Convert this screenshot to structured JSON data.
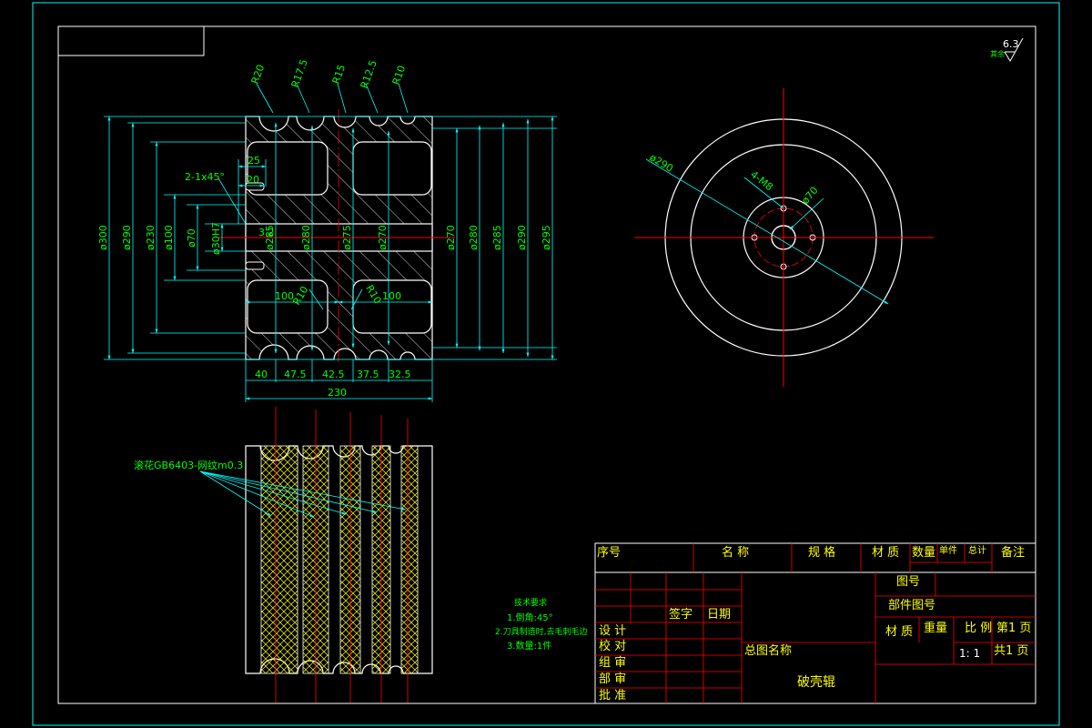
{
  "front_view": {
    "groove_radii": [
      "R20",
      "R17.5",
      "R15",
      "R12.5",
      "R10"
    ],
    "left_diameters": [
      "ø300",
      "ø290",
      "ø230",
      "ø100",
      "ø70",
      "ø30H7"
    ],
    "right_diameters": [
      "ø270",
      "ø280",
      "ø285",
      "ø290",
      "ø295"
    ],
    "inner_diameters": [
      "ø285",
      "ø280",
      "ø275",
      "ø270"
    ],
    "chamfer": "2-1x45°",
    "keyway_dims": [
      "25",
      "20"
    ],
    "surface_value": "3.2",
    "inner_widths": [
      "100",
      "100"
    ],
    "fillets": [
      "R10",
      "R10"
    ],
    "bottom_dims": [
      "40",
      "47.5",
      "42.5",
      "37.5",
      "32.5"
    ],
    "total_width": "230"
  },
  "side_view": {
    "outer_diameter": "ø290",
    "holes": "4-M8",
    "hole_circle": "ø70"
  },
  "roughness": {
    "label": "其余",
    "value": "6.3"
  },
  "knurl_note": "滚花GB6403-网纹m0.3",
  "technical_requirements": {
    "title": "技术要求",
    "items": [
      "1.倒角:45°",
      "2.刀具制造时,去毛刺毛边",
      "3.数量:1件"
    ]
  },
  "title_block": {
    "headers": [
      "序号",
      "名 称",
      "规 格",
      "材 质",
      "数量",
      "单件",
      "总计",
      "备注"
    ],
    "drawing_no": "图号",
    "part_drawing_no": "部件图号",
    "material": "材 质",
    "weight": "重量",
    "scale_label": "比 例",
    "scale_value": "1: 1",
    "page": "第1 页",
    "pages_total": "共1 页",
    "sign": "签字",
    "date": "日期",
    "roles": [
      "设 计",
      "校 对",
      "组 审",
      "部 审",
      "批 准"
    ],
    "assembly_name": "总图名称",
    "part_name": "破壳辊"
  }
}
